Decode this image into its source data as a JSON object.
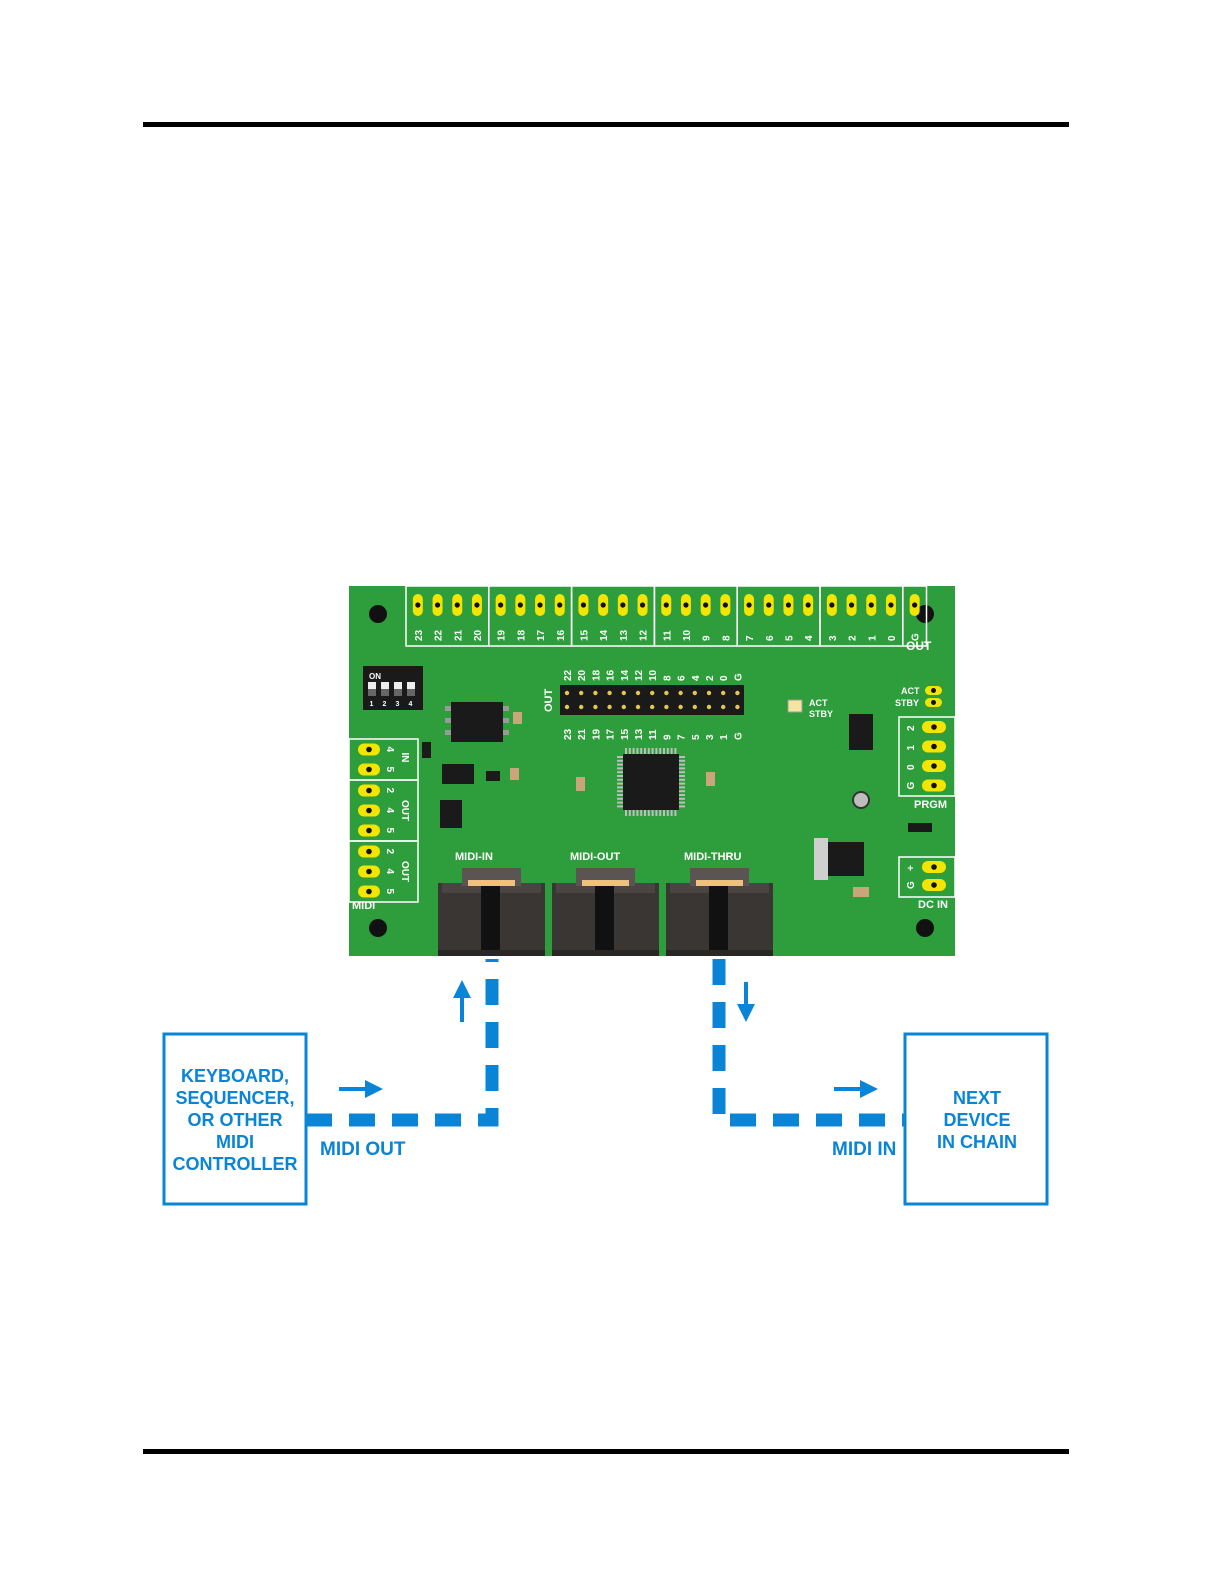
{
  "colors": {
    "board": "#2e9e3c",
    "pad": "#f2e500",
    "cable": "#0a84d6",
    "label_blue": "#0a84d6",
    "connector": "#3a3633"
  },
  "board": {
    "top_header": {
      "groups": [
        [
          "23",
          "22",
          "21",
          "20"
        ],
        [
          "19",
          "18",
          "17",
          "16"
        ],
        [
          "15",
          "14",
          "13",
          "12"
        ],
        [
          "11",
          "10",
          "9",
          "8"
        ],
        [
          "7",
          "6",
          "5",
          "4"
        ],
        [
          "3",
          "2",
          "1",
          "0"
        ],
        [
          "G"
        ]
      ],
      "label": "OUT"
    },
    "dip_switch": {
      "label": "ON",
      "numbers": [
        "1",
        "2",
        "3",
        "4"
      ]
    },
    "pin_header": {
      "label": "OUT",
      "top_row": [
        "22",
        "20",
        "18",
        "16",
        "14",
        "12",
        "10",
        "8",
        "6",
        "4",
        "2",
        "0",
        "G"
      ],
      "bottom_row": [
        "23",
        "21",
        "19",
        "17",
        "15",
        "13",
        "11",
        "9",
        "7",
        "5",
        "3",
        "1",
        "G"
      ]
    },
    "led": {
      "act": "ACT",
      "stby": "STBY"
    },
    "status_pads": {
      "act": "ACT",
      "stby": "STBY"
    },
    "prgm": {
      "pins": [
        "2",
        "1",
        "0",
        "G"
      ],
      "label": "PRGM"
    },
    "dc_in": {
      "pins": [
        "+",
        "G"
      ],
      "label": "DC IN"
    },
    "midi_pads": {
      "groups": [
        {
          "nums": [
            "4",
            "5"
          ],
          "label": "IN"
        },
        {
          "nums": [
            "2",
            "4",
            "5"
          ],
          "label": "OUT"
        },
        {
          "nums": [
            "2",
            "4",
            "5"
          ],
          "label": "OUT"
        }
      ],
      "label": "MIDI"
    },
    "connectors": [
      "MIDI-IN",
      "MIDI-OUT",
      "MIDI-THRU"
    ]
  },
  "left_box": [
    "KEYBOARD,",
    "SEQUENCER,",
    "OR OTHER",
    "MIDI",
    "CONTROLLER"
  ],
  "right_box": [
    "NEXT",
    "DEVICE",
    "IN CHAIN"
  ],
  "cable_labels": {
    "left": "MIDI OUT",
    "right": "MIDI IN"
  }
}
